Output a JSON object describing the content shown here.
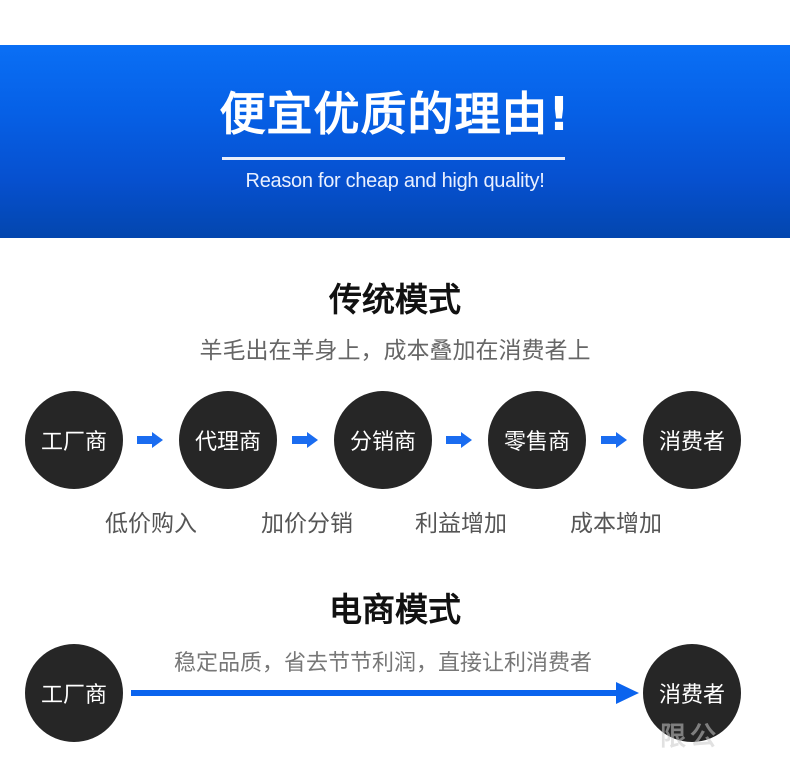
{
  "banner": {
    "title": "便宜优质的理由!",
    "subtitle": "Reason for cheap and high quality!",
    "gradient_top": "#0a6ff5",
    "gradient_bottom": "#0346ae"
  },
  "traditional": {
    "title": "传统模式",
    "subtitle": "羊毛出在羊身上，成本叠加在消费者上",
    "nodes": [
      {
        "label": "工厂商"
      },
      {
        "label": "代理商"
      },
      {
        "label": "分销商"
      },
      {
        "label": "零售商"
      },
      {
        "label": "消费者"
      }
    ],
    "arrow_icon": "right-arrow-icon",
    "steps": [
      {
        "label": "低价购入"
      },
      {
        "label": "加价分销"
      },
      {
        "label": "利益增加"
      },
      {
        "label": "成本增加"
      }
    ]
  },
  "ecommerce": {
    "title": "电商模式",
    "start_node": "工厂商",
    "end_node": "消费者",
    "arrow_caption": "稳定品质，省去节节利润，直接让利消费者",
    "arrow_color": "#0b64ee"
  },
  "watermark": {
    "text": "限公"
  },
  "colors": {
    "node_fill": "#262626",
    "accent_blue": "#1a6cf0",
    "title_text": "#111111",
    "muted_text": "#666666"
  }
}
